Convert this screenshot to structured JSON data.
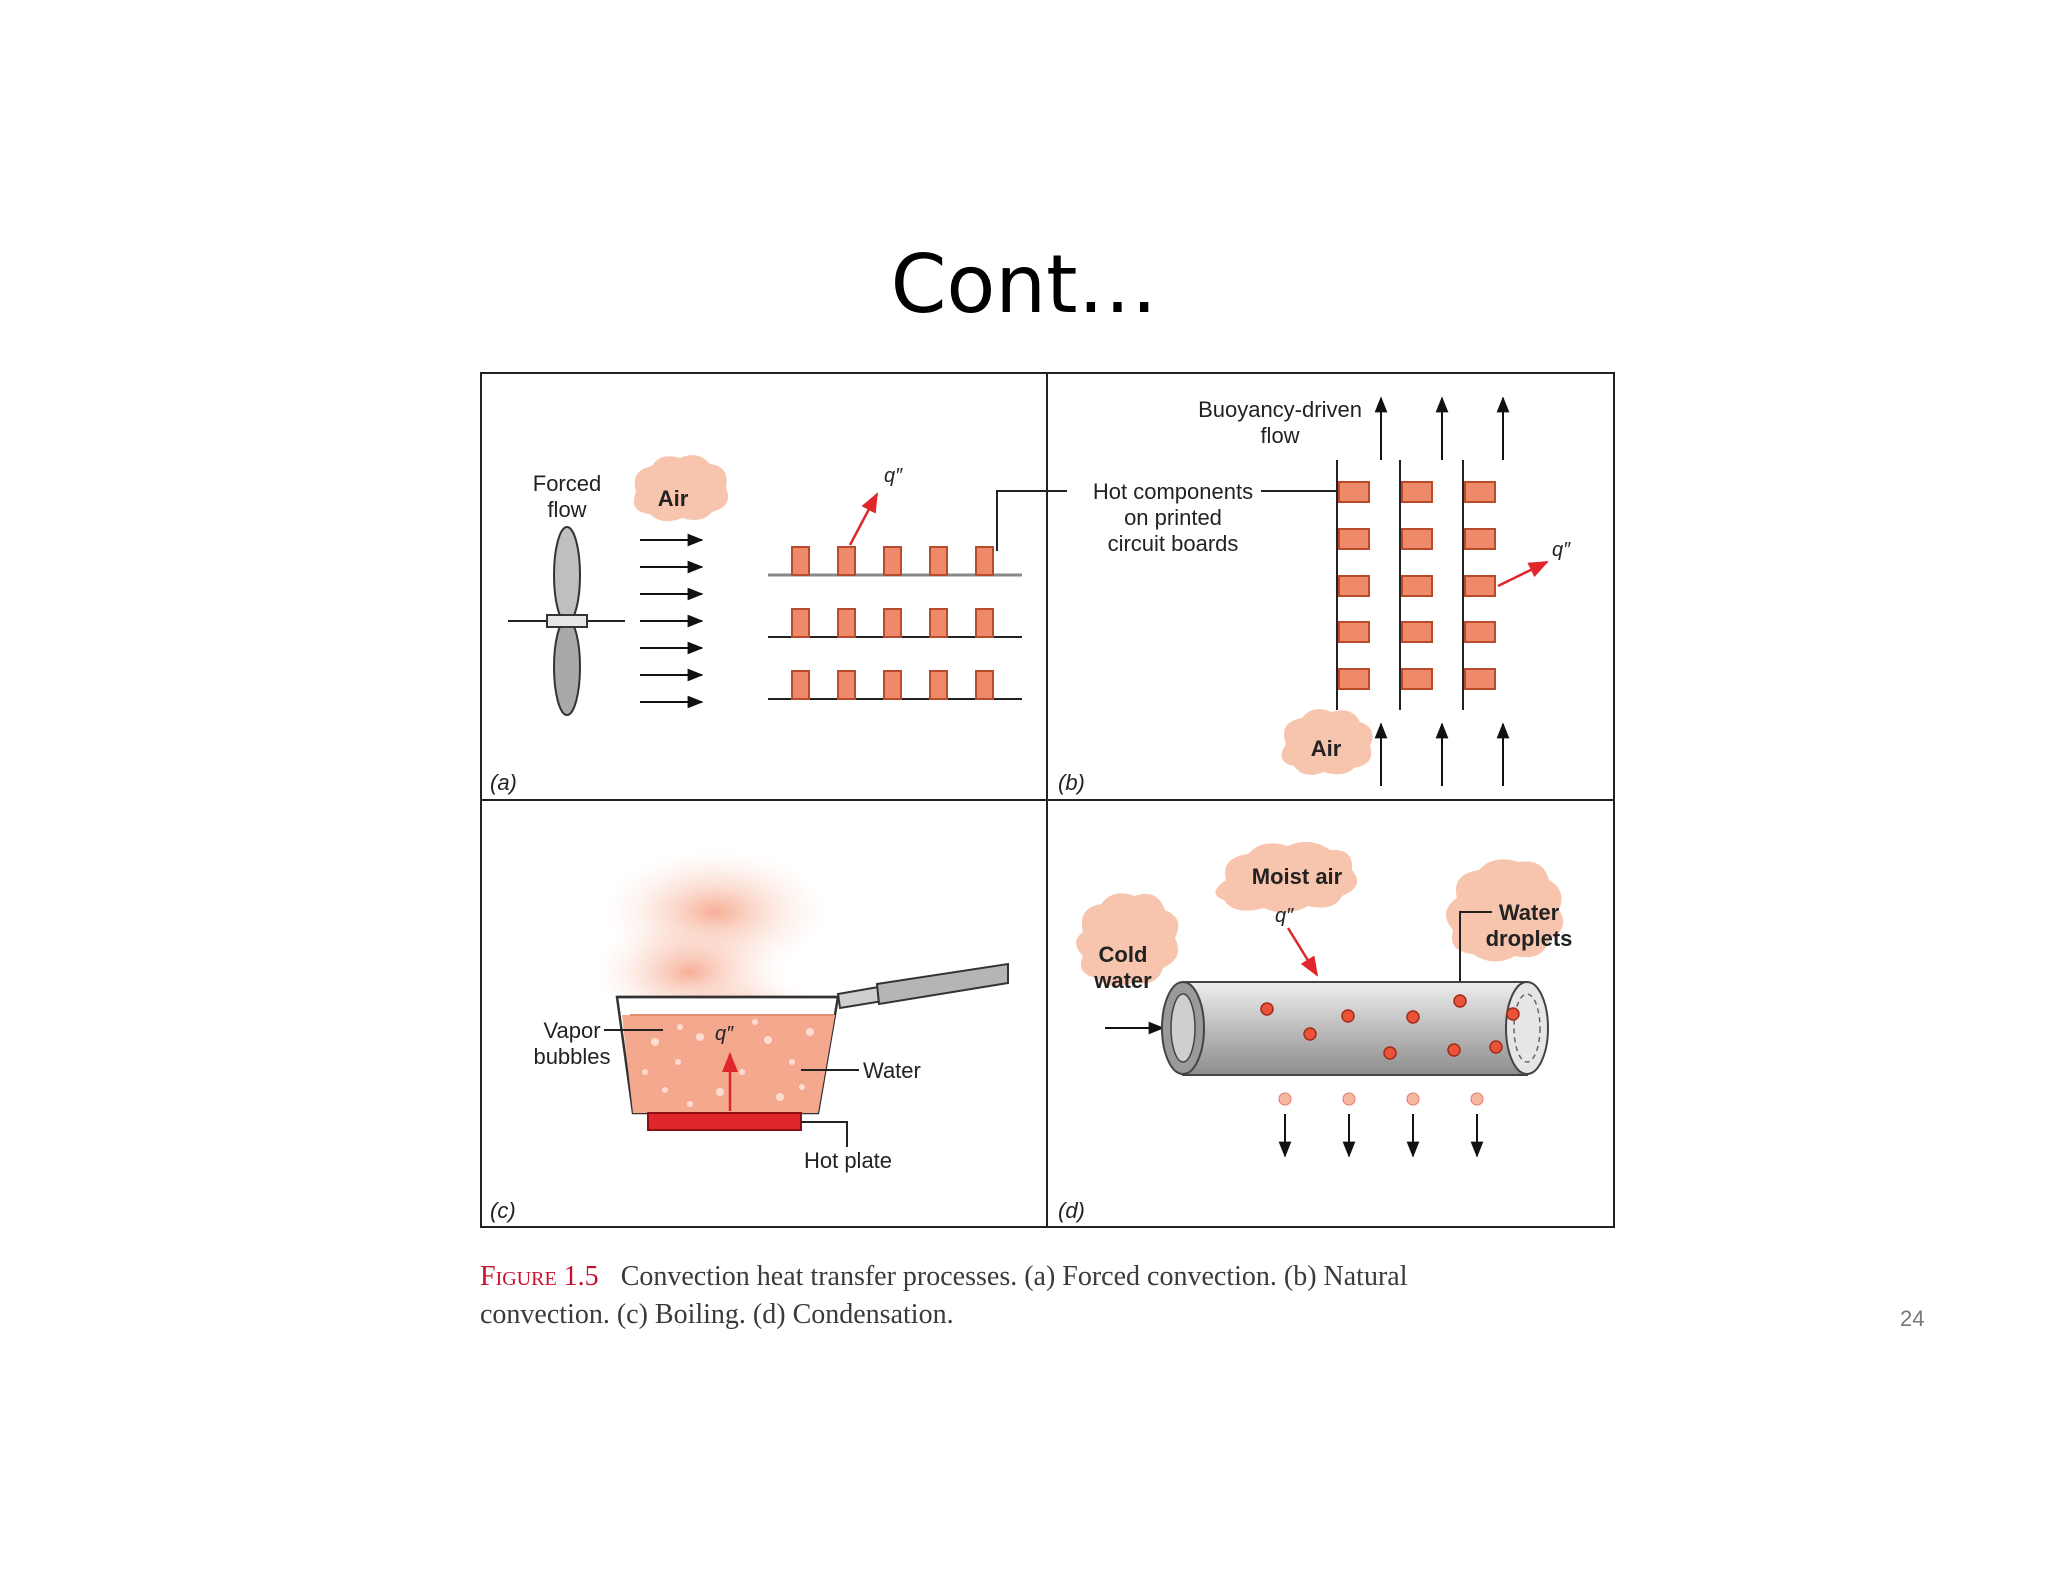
{
  "slide": {
    "title": "Cont…",
    "page_number": "24"
  },
  "figure": {
    "panel_a": {
      "tag": "(a)",
      "forced_flow_line1": "Forced",
      "forced_flow_line2": "flow",
      "air": "Air",
      "q": "q″"
    },
    "panel_b": {
      "tag": "(b)",
      "buoyancy_line1": "Buoyancy-driven",
      "buoyancy_line2": "flow",
      "components_line1": "Hot components",
      "components_line2": "on printed",
      "components_line3": "circuit boards",
      "air": "Air",
      "q": "q″"
    },
    "panel_c": {
      "tag": "(c)",
      "vapor_line1": "Vapor",
      "vapor_line2": "bubbles",
      "water": "Water",
      "hot_plate": "Hot plate",
      "q": "q″"
    },
    "panel_d": {
      "tag": "(d)",
      "moist_air": "Moist air",
      "cold_water_line1": "Cold",
      "cold_water_line2": "water",
      "droplets_line1": "Water",
      "droplets_line2": "droplets",
      "q": "q″"
    }
  },
  "caption": {
    "figure_label": "Figure 1.5",
    "text": "Convection heat transfer processes. (a) Forced convection. (b) Natural convection. (c) Boiling. (d) Condensation."
  },
  "colors": {
    "component": "#ee8a6a",
    "component_edge": "#b94a2c",
    "cloud": "#f7c4ad",
    "heat_arrow": "#e0262b",
    "hot_plate": "#e0262b",
    "water": "#f4a98e",
    "pipe": "#c9c9c9",
    "caption_label": "#c8102e"
  },
  "icons": {
    "fan": "propeller-icon",
    "pipe": "cylinder-pipe-icon",
    "pot": "boiling-pot-icon"
  }
}
